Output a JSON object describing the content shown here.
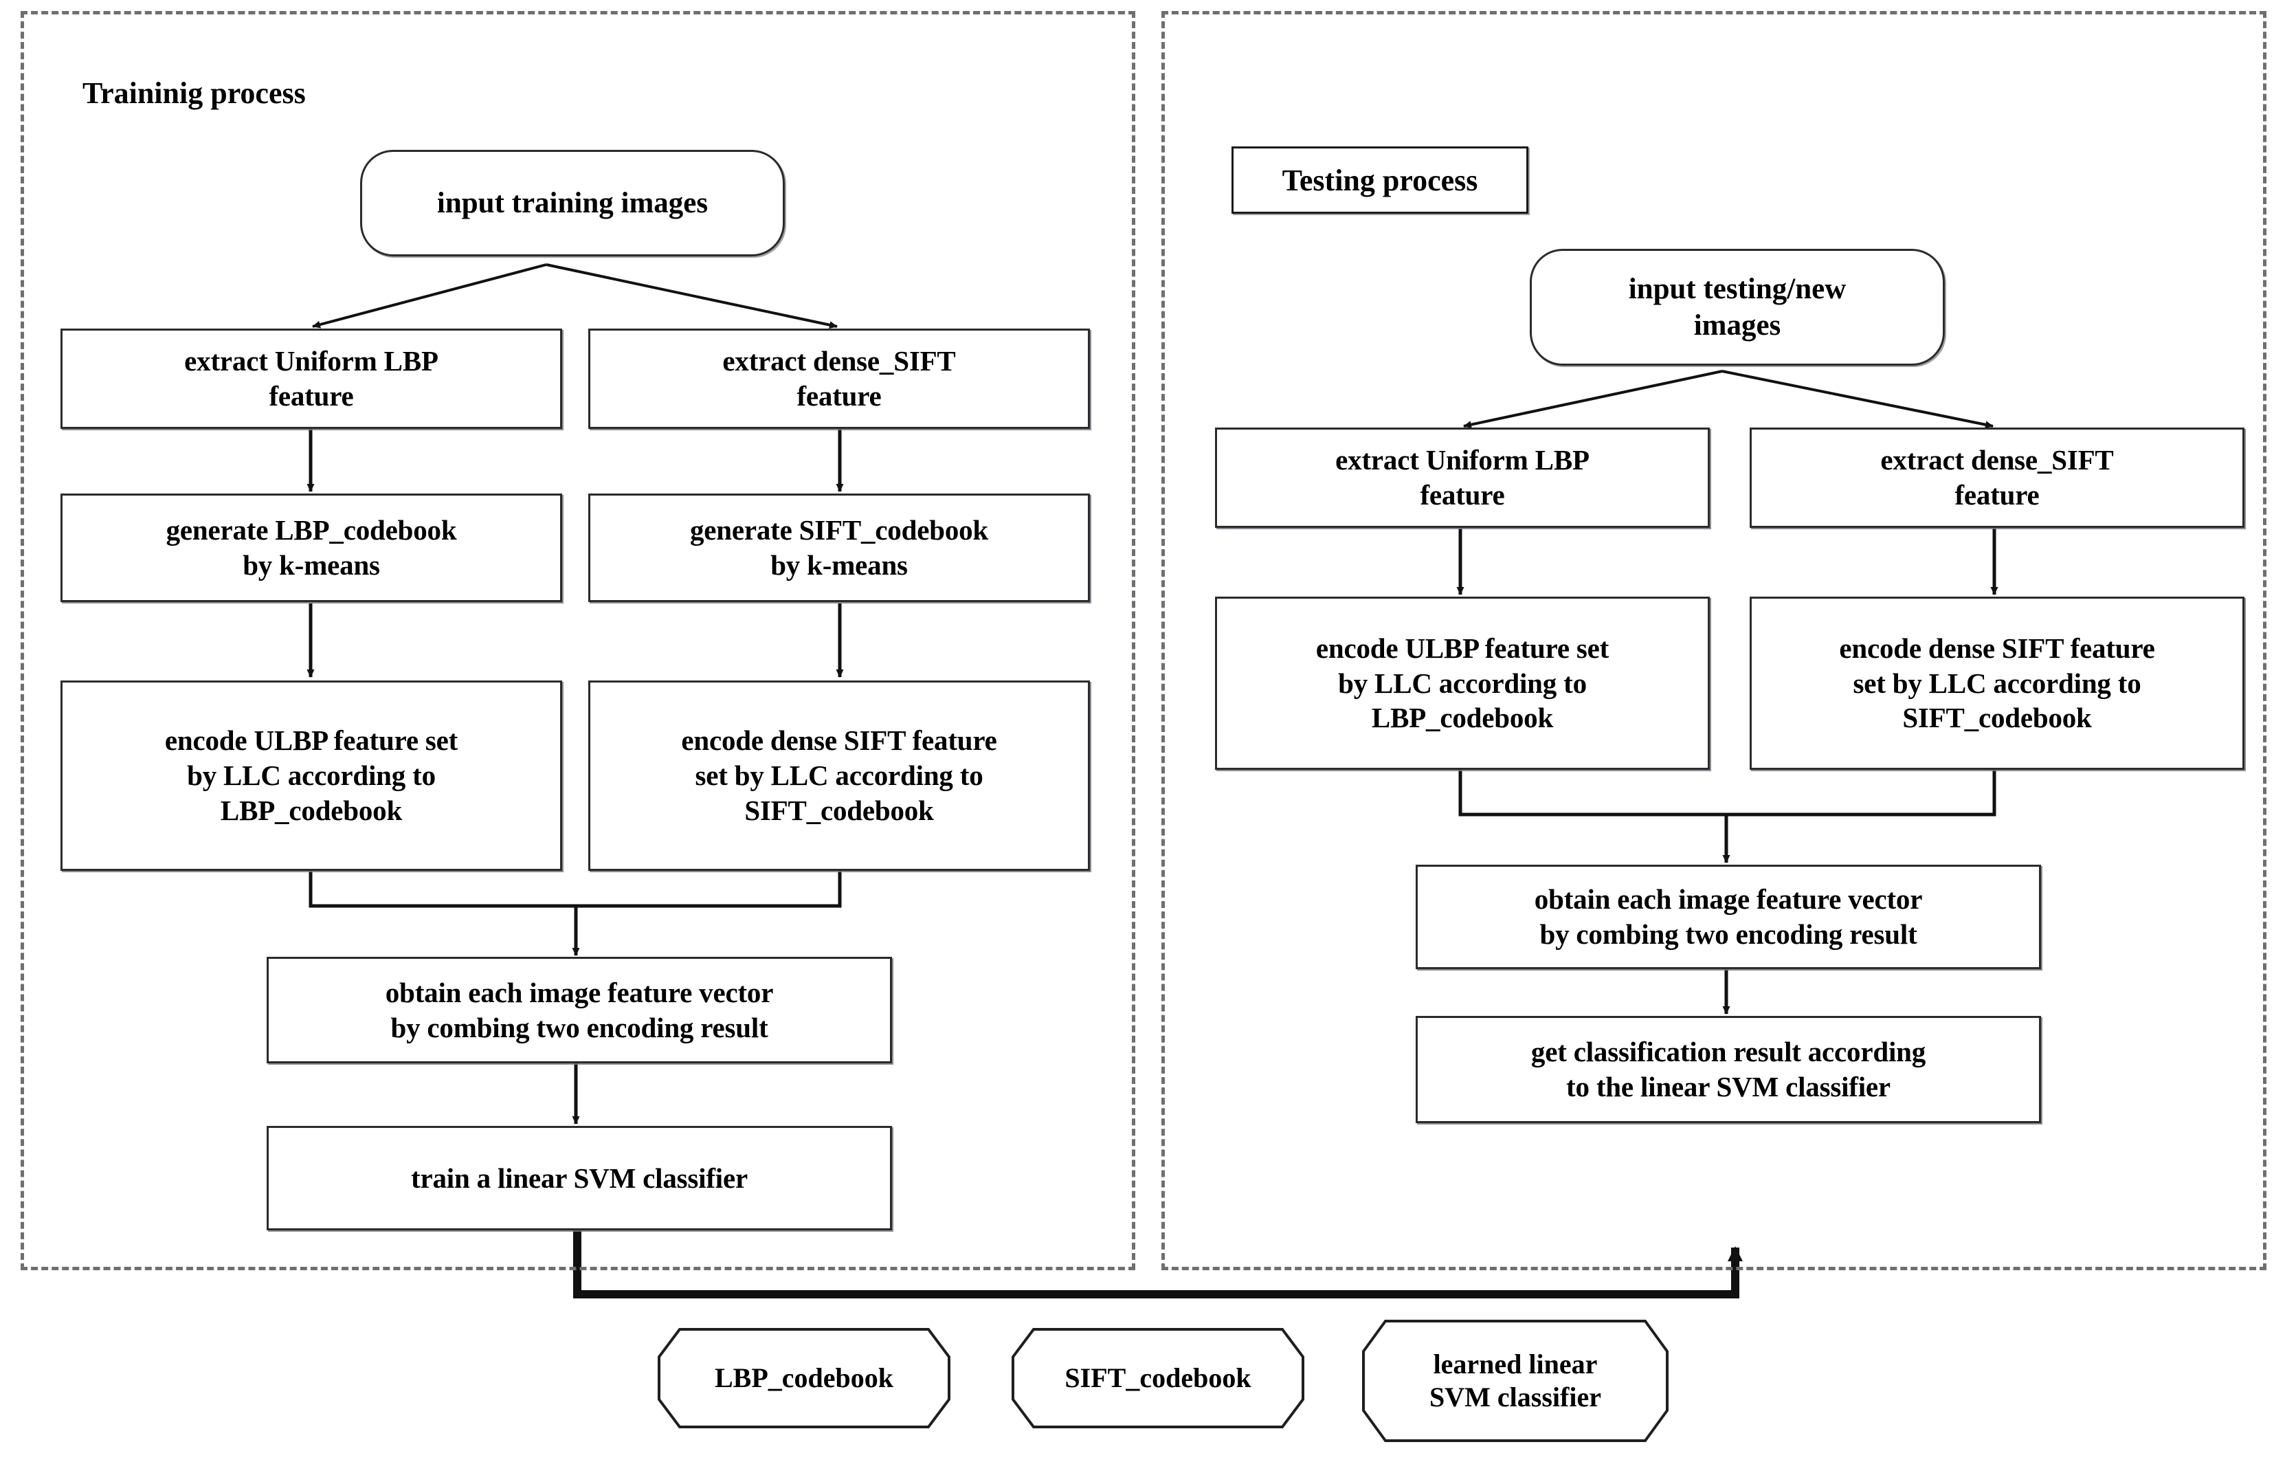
{
  "diagram": {
    "title_left": "Traininig process",
    "title_right": "Testing process"
  },
  "training": {
    "panel_label": "Traininig process",
    "nodes": {
      "input": "input training images",
      "extract_lbp": "extract Uniform LBP\nfeature",
      "extract_sift": "extract dense_SIFT\nfeature",
      "gen_lbp_codebook": "generate LBP_codebook\nby k-means",
      "gen_sift_codebook": "generate SIFT_codebook\nby k-means",
      "encode_ulbp": "encode ULBP feature set\nby LLC according to\nLBP_codebook",
      "encode_sift": "encode dense SIFT feature\nset by LLC according to\nSIFT_codebook",
      "combine": "obtain each image feature vector\nby combing two encoding result",
      "train_svm": "train a linear SVM classifier"
    }
  },
  "testing": {
    "panel_label": "Testing process",
    "nodes": {
      "input": "input testing/new\nimages",
      "extract_lbp": "extract Uniform LBP\nfeature",
      "extract_sift": "extract dense_SIFT\nfeature",
      "encode_ulbp": "encode ULBP feature set\nby LLC according to\nLBP_codebook",
      "encode_sift": "encode dense SIFT feature\nset by LLC according to\nSIFT_codebook",
      "combine": "obtain each image feature vector\nby combing two encoding result",
      "classify": "get classification result according\nto the linear SVM classifier"
    }
  },
  "artifacts": {
    "items": [
      {
        "label": "LBP_codebook"
      },
      {
        "label": "SIFT_codebook"
      },
      {
        "label": "learned linear\nSVM classifier"
      }
    ]
  },
  "colors": {
    "panel_border": "#6f6f6f",
    "node_border": "#2b2b2b",
    "connector": "#111111",
    "text": "#000000",
    "background": "#ffffff"
  }
}
